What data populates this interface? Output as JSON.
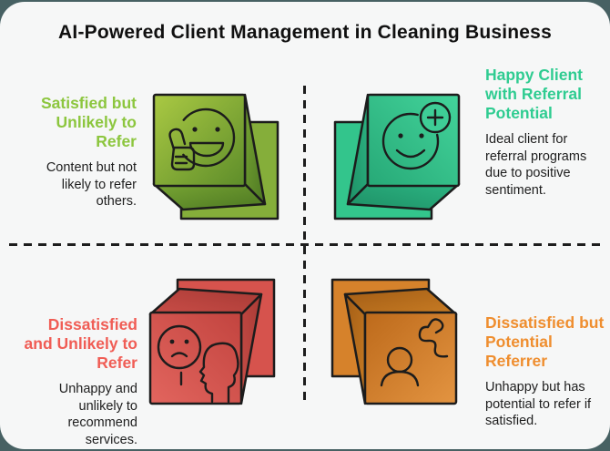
{
  "title": "AI-Powered Client Management in Cleaning Business",
  "colors": {
    "frame_background": "#476163",
    "card_background": "#f6f7f7",
    "title_text": "#101010",
    "body_text": "#1e1e1e",
    "divider": "#1d1d1d",
    "green_accent": "#8cc63e",
    "emerald_accent": "#2fcc91",
    "red_accent": "#f05d55",
    "orange_accent": "#ef8e2f"
  },
  "dividers": {
    "style": "dashed",
    "orientation": [
      "horizontal",
      "vertical"
    ]
  },
  "quadrants": [
    {
      "position": "top-left",
      "heading": "Satisfied but Unlikely to Refer",
      "body": "Content but not likely to refer others.",
      "accent": "#8cc63e",
      "icon": "satisfied-thumbs-up-cube-icon",
      "icon_color": "green"
    },
    {
      "position": "top-right",
      "heading": "Happy Client with Referral Potential",
      "body": "Ideal client for referral programs due to positive sentiment.",
      "accent": "#2fcc91",
      "icon": "happy-plus-smiley-cube-icon",
      "icon_color": "emerald"
    },
    {
      "position": "bottom-left",
      "heading": "Dissatisfied and Unlikely to Refer",
      "body": "Unhappy and unlikely to recommend services.",
      "accent": "#f05d55",
      "icon": "sad-face-profile-cube-icon",
      "icon_color": "red"
    },
    {
      "position": "bottom-right",
      "heading": "Dissatisfied but Potential Referrer",
      "body": "Unhappy but has potential to refer if satisfied.",
      "accent": "#ef8e2f",
      "icon": "person-squiggle-cube-icon",
      "icon_color": "orange"
    }
  ]
}
